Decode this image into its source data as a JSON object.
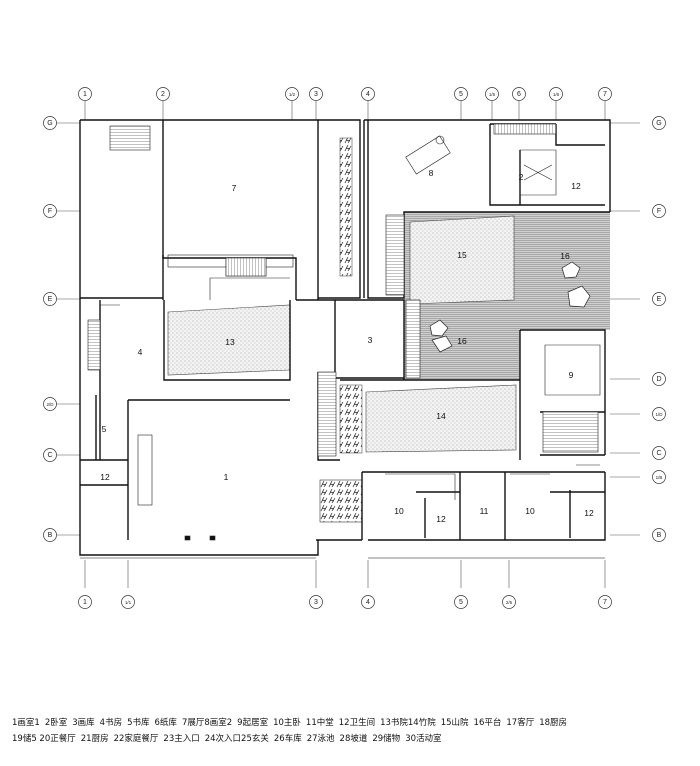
{
  "grid": {
    "top": [
      "1",
      "2",
      "1/2",
      "3",
      "4",
      "5",
      "1/5",
      "6",
      "1/6",
      "7"
    ],
    "bottom": [
      "1",
      "1/1",
      "3",
      "4",
      "5",
      "2/5",
      "7"
    ],
    "left": [
      "G",
      "F",
      "E",
      "2/D",
      "C",
      "B"
    ],
    "right": [
      "G",
      "F",
      "E",
      "D",
      "1/D",
      "C",
      "1/B",
      "B"
    ]
  },
  "rooms": [
    {
      "id": "r7",
      "label": "7"
    },
    {
      "id": "r8",
      "label": "8"
    },
    {
      "id": "r2",
      "label": "2"
    },
    {
      "id": "r12a",
      "label": "12"
    },
    {
      "id": "r15",
      "label": "15"
    },
    {
      "id": "r16a",
      "label": "16"
    },
    {
      "id": "r4",
      "label": "4"
    },
    {
      "id": "r13",
      "label": "13"
    },
    {
      "id": "r3",
      "label": "3"
    },
    {
      "id": "r16b",
      "label": "16"
    },
    {
      "id": "r9",
      "label": "9"
    },
    {
      "id": "r5",
      "label": "5"
    },
    {
      "id": "r14",
      "label": "14"
    },
    {
      "id": "r12b",
      "label": "12"
    },
    {
      "id": "r1",
      "label": "1"
    },
    {
      "id": "r10a",
      "label": "10"
    },
    {
      "id": "r12c",
      "label": "12"
    },
    {
      "id": "r11",
      "label": "11"
    },
    {
      "id": "r10b",
      "label": "10"
    },
    {
      "id": "r12d",
      "label": "12"
    }
  ],
  "legend": {
    "line1": [
      "1画室1",
      "2卧室",
      "3画库",
      "4书房",
      "5书库",
      "6纸库",
      "7展厅8画室2",
      "9起居室",
      "10主卧",
      "11中堂",
      "12卫生间",
      "13书院14竹院",
      "15山院",
      "16平台",
      "17客厅",
      "18厨房"
    ],
    "line2": [
      "19储5 20正餐厅",
      "21厨房",
      "22家庭餐厅",
      "23主入口",
      "24次入口25玄关",
      "26车库",
      "27泳池",
      "28坡道",
      "29储物",
      "30活动室"
    ]
  }
}
